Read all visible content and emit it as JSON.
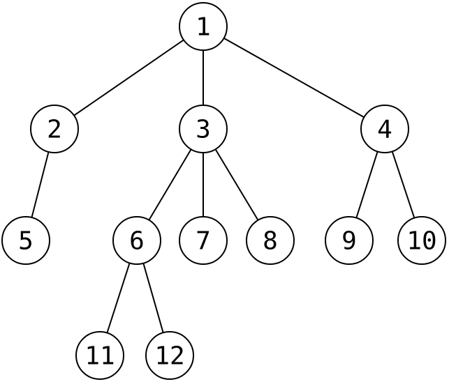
{
  "tree": {
    "root": "1",
    "nodes": [
      {
        "id": "1",
        "label": "1"
      },
      {
        "id": "2",
        "label": "2"
      },
      {
        "id": "3",
        "label": "3"
      },
      {
        "id": "4",
        "label": "4"
      },
      {
        "id": "5",
        "label": "5"
      },
      {
        "id": "6",
        "label": "6"
      },
      {
        "id": "7",
        "label": "7"
      },
      {
        "id": "8",
        "label": "8"
      },
      {
        "id": "9",
        "label": "9"
      },
      {
        "id": "10",
        "label": "10"
      },
      {
        "id": "11",
        "label": "11"
      },
      {
        "id": "12",
        "label": "12"
      }
    ],
    "edges": [
      {
        "from": "1",
        "to": "2"
      },
      {
        "from": "1",
        "to": "3"
      },
      {
        "from": "1",
        "to": "4"
      },
      {
        "from": "2",
        "to": "5"
      },
      {
        "from": "3",
        "to": "6"
      },
      {
        "from": "3",
        "to": "7"
      },
      {
        "from": "3",
        "to": "8"
      },
      {
        "from": "4",
        "to": "9"
      },
      {
        "from": "4",
        "to": "10"
      },
      {
        "from": "6",
        "to": "11"
      },
      {
        "from": "6",
        "to": "12"
      }
    ]
  }
}
